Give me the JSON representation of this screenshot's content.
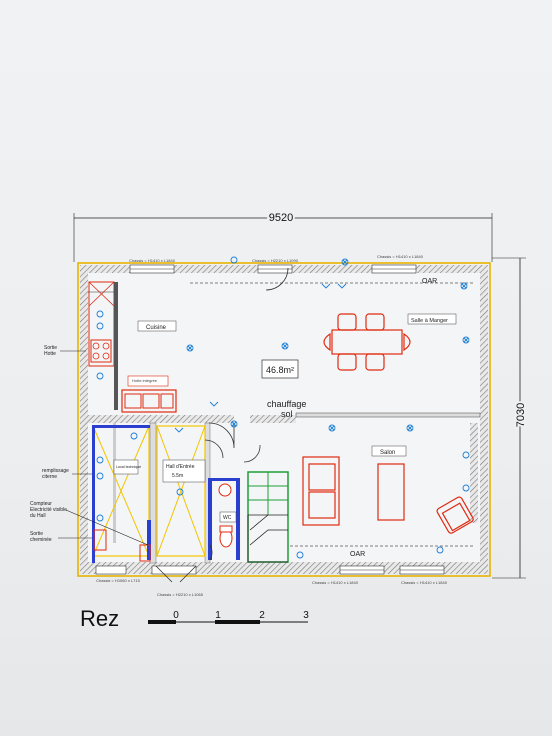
{
  "plan": {
    "dimension_width": "9520",
    "dimension_height": "7030",
    "area": "46.8m²",
    "heating_line1": "chauffage",
    "heating_line2": "sol",
    "rooms": {
      "cuisine": "Cuisine",
      "salle_a_manger": "Salle à Manger",
      "salon": "Salon",
      "hall": "Hall d'Entrée",
      "hall_area": "5.5m",
      "wc": "WC",
      "local": "Local technique",
      "hotte_label": "Hotte intégrée"
    },
    "oar_top": "OAR",
    "oar_bottom": "OAR",
    "windows": {
      "top_left": "Chassis = H1410 x L1840",
      "top_mid": "Chassis = H2210 x L1090",
      "top_right": "Chassis = H1410 x L1840",
      "bottom_left": "Chassis = H1060 x L715",
      "bottom_door": "Chassis = H2210 x L1065",
      "bottom_mid": "Chassis = H1410 x L1840",
      "bottom_right": "Chassis = H1410 x L1840"
    },
    "annotations": {
      "sortie_hotte": "Sortie\nHotte",
      "remplissage": "remplissage\nciterne",
      "compteur": "Compteur\nElectricité visible\ndu Hall",
      "sortie_cheminee": "Sortie\ncheminee"
    },
    "scale_title": "Rez",
    "scale_ticks": [
      "0",
      "1",
      "2",
      "3"
    ]
  },
  "colors": {
    "wall_outline": "#e6b400",
    "wall_hatch": "#888888",
    "furniture": "#e02a10",
    "electric": "#1c7fd6",
    "stairs": "#1f9d3a",
    "partition_blue": "#2a3fcf",
    "yellow_guides": "#f2c400"
  }
}
